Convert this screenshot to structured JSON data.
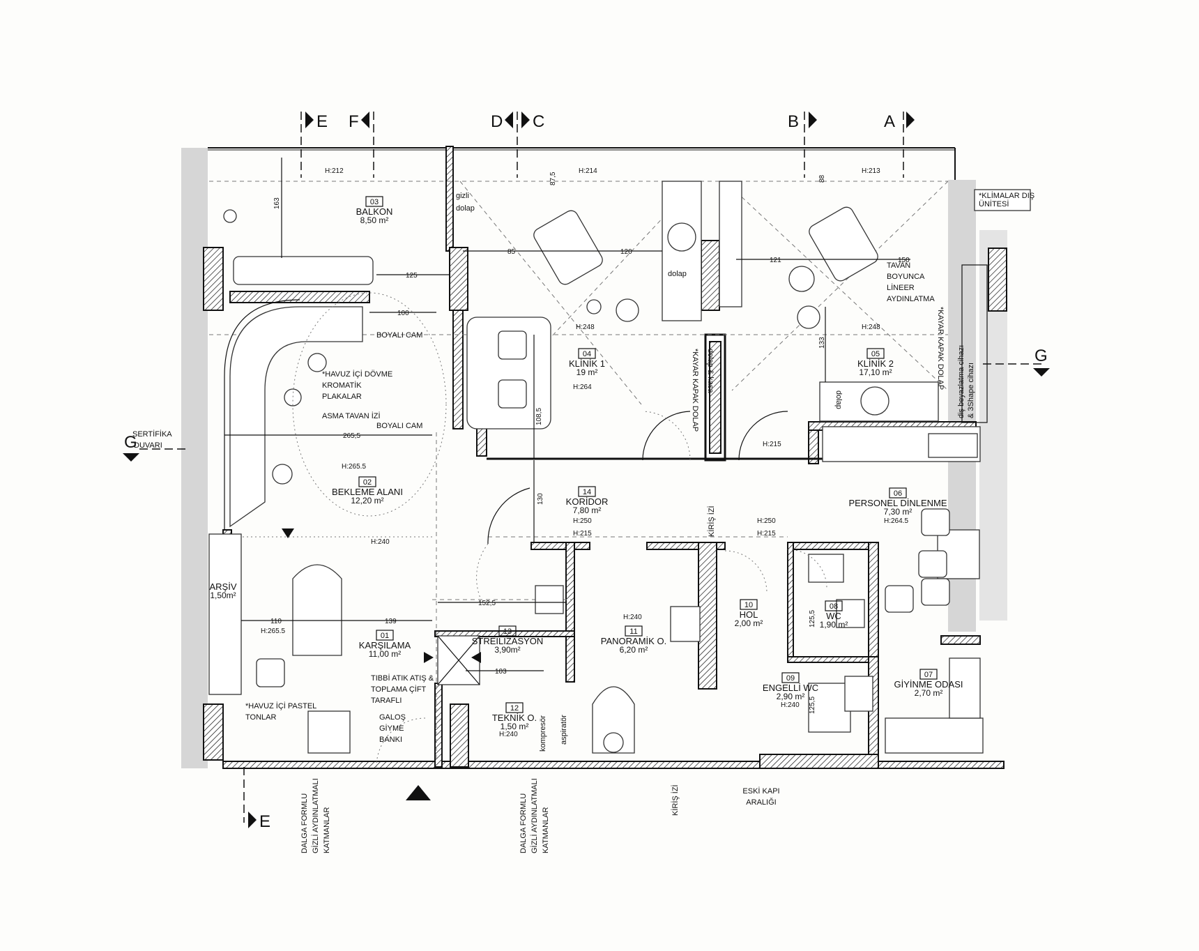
{
  "rooms": [
    {
      "no": "01",
      "name": "KARŞILAMA",
      "area": "11,00 m²"
    },
    {
      "no": "02",
      "name": "BEKLEME ALANI",
      "area": "12,20 m²"
    },
    {
      "no": "03",
      "name": "BALKON",
      "area": "8,50 m²"
    },
    {
      "no": "04",
      "name": "KLİNİK 1",
      "area": "19 m²"
    },
    {
      "no": "05",
      "name": "KLİNİK 2",
      "area": "17,10 m²"
    },
    {
      "no": "06",
      "name": "PERSONEL DİNLENME",
      "area": "7,30 m²"
    },
    {
      "no": "07",
      "name": "GİYİNME ODASI",
      "area": "2,70 m²"
    },
    {
      "no": "08",
      "name": "WC",
      "area": "1,90 m²"
    },
    {
      "no": "09",
      "name": "ENGELLİ WC",
      "area": "2,90 m²"
    },
    {
      "no": "10",
      "name": "HOL",
      "area": "2,00 m²"
    },
    {
      "no": "11",
      "name": "PANORAMİK O.",
      "area": "6,20 m²"
    },
    {
      "no": "12",
      "name": "TEKNİK O.",
      "area": "1,50 m²"
    },
    {
      "no": "13",
      "name": "STREİLİZASYON",
      "area": "3,90m²"
    },
    {
      "no": "14",
      "name": "KORİDOR",
      "area": "7,80 m²"
    }
  ],
  "archive": {
    "name": "ARŞİV",
    "area": "1,50m²"
  },
  "heights": {
    "balkon": "H:212",
    "klinik1_top": "H:214",
    "klinik2_top": "H:213",
    "klinik1_mid": "H:248",
    "klinik1_low": "H:264",
    "klinik2_mid": "H:248",
    "bekleme": "H:265.5",
    "bekleme_low": "H:240",
    "koridor": "H:250",
    "koridor_low": "H:215",
    "koridor_right1": "H:215",
    "koridor_right2": "H:250",
    "koridor_right3": "H:215",
    "personel": "H:264.5",
    "panoramik": "H:240",
    "engelli": "H:240",
    "teknik": "H:240",
    "karsilama": "H:265.5"
  },
  "notes": {
    "gizli_dolap_1": "gizli",
    "gizli_dolap_2": "dolap",
    "dolap": "dolap",
    "dolap2": "dolap",
    "tavan_1": "TAVAN",
    "tavan_2": "BOYUNCA",
    "tavan_3": "LİNEER",
    "tavan_4": "AYDINLATMA",
    "kayar_1": "*KAYAR KAPAK DOLAP",
    "kayar_2": "*KAYAR KAPAK DOLAP",
    "dolap_kasa": "dolap & kasa",
    "dis_beyaz_1": "diş beyazlatma cihazı",
    "dis_beyaz_2": "& 3Shape cihazı",
    "boyali_cam_1": "BOYALI CAM",
    "boyali_cam_2": "BOYALI CAM",
    "havuz_1": "*HAVUZ İÇİ DÖVME",
    "havuz_2": "KROMATİK",
    "havuz_3": "PLAKALAR",
    "asma_tavan": "ASMA TAVAN İZİ",
    "sertifika_1": "SERTİFİKA",
    "sertifika_2": "DUVARI",
    "havuz_pastel_1": "*HAVUZ İÇİ PASTEL",
    "havuz_pastel_2": "TONLAR",
    "tibbi_1": "TIBBİ ATIK ATIŞ &",
    "tibbi_2": "TOPLAMA ÇİFT",
    "tibbi_3": "TARAFLI",
    "galos_1": "GALOŞ",
    "galos_2": "GİYME",
    "galos_3": "BANKI",
    "kompresor": "kompresör",
    "aspirator": "aspiratör",
    "kiris_1": "KİRİŞ İZİ",
    "kiris_2": "KİRİŞ İZİ",
    "eski_kapi_1": "ESKİ KAPI",
    "eski_kapi_2": "ARALIĞI",
    "dalga1_1": "DALGA FORMLU",
    "dalga1_2": "GİZLİ AYDINLATMALI",
    "dalga1_3": "KATMANLAR",
    "dalga2_1": "DALGA FORMLU",
    "dalga2_2": "GİZLİ AYDINLATMALI",
    "dalga2_3": "KATMANLAR",
    "klima_1": "*KLİMALAR DIŞ",
    "klima_2": "ÜNİTESİ"
  },
  "dimensions": {
    "d163": "163",
    "d875": "87,5",
    "d88": "88",
    "d85": "85",
    "d120": "120",
    "d121": "121",
    "d150": "150",
    "d125": "125",
    "d100": "100",
    "d1085": "108,5",
    "d133": "133",
    "d2655": "265,5",
    "d130": "130",
    "d1525": "152,5",
    "d110": "110",
    "d139": "139",
    "d103": "103",
    "d1255a": "125,5",
    "d1255b": "125,5"
  },
  "sections": {
    "top": [
      "E",
      "F",
      "D",
      "C",
      "B",
      "A"
    ],
    "g_left": "G",
    "g_right": "G",
    "e_bottom": "E"
  }
}
